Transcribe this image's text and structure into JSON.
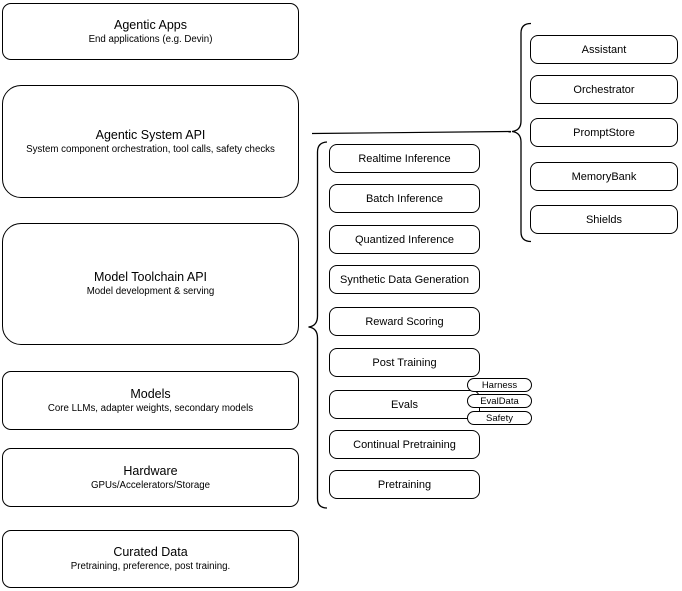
{
  "diagram": {
    "stack_layers": [
      {
        "title": "Agentic Apps",
        "subtitle": "End applications (e.g. Devin)"
      },
      {
        "title": "Agentic System API",
        "subtitle": "System component orchestration, tool calls, safety checks"
      },
      {
        "title": "Model Toolchain API",
        "subtitle": "Model development & serving"
      },
      {
        "title": "Models",
        "subtitle": "Core LLMs, adapter weights, secondary models"
      },
      {
        "title": "Hardware",
        "subtitle": "GPUs/Accelerators/Storage"
      },
      {
        "title": "Curated Data",
        "subtitle": "Pretraining, preference, post training."
      }
    ],
    "toolchain_components": [
      "Realtime Inference",
      "Batch Inference",
      "Quantized Inference",
      "Synthetic Data Generation",
      "Reward Scoring",
      "Post Training",
      "Evals",
      "Continual Pretraining",
      "Pretraining"
    ],
    "evals_tags": [
      "Harness",
      "EvalData",
      "Safety"
    ],
    "system_components": [
      "Assistant",
      "Orchestrator",
      "PromptStore",
      "MemoryBank",
      "Shields"
    ],
    "colors": {
      "stroke": "#000000",
      "fill": "#ffffff",
      "text": "#000000"
    }
  }
}
